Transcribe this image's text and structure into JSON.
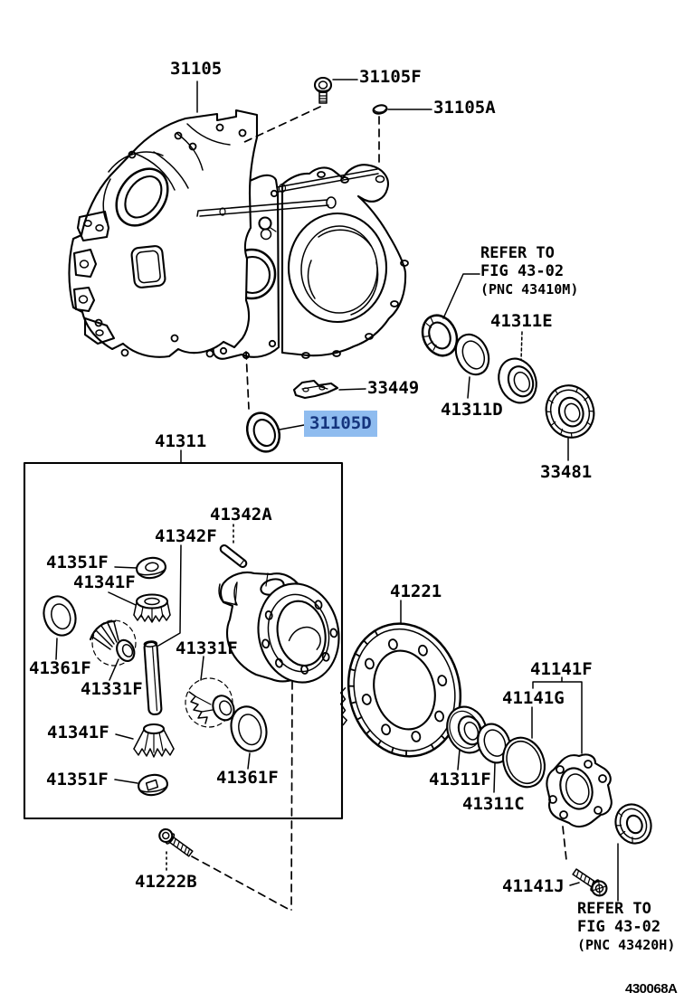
{
  "diagram": {
    "figure_code": "430068A",
    "selected_part": "31105D",
    "colors": {
      "highlight_bg": "#8fbcef",
      "highlight_text": "#15357e",
      "line": "#000000",
      "background": "#ffffff"
    },
    "labels": {
      "p31105": "31105",
      "p31105f": "31105F",
      "p31105a": "31105A",
      "p41311e": "41311E",
      "p33449": "33449",
      "p41311d": "41311D",
      "p31105d": "31105D",
      "p33481": "33481",
      "p41311": "41311",
      "p41342a": "41342A",
      "p41342f": "41342F",
      "p41351f_top": "41351F",
      "p41341f_top": "41341F",
      "p41361f_left": "41361F",
      "p41331f_left": "41331F",
      "p41331f_mid": "41331F",
      "p41341f_bottom": "41341F",
      "p41351f_bottom": "41351F",
      "p41361f_right": "41361F",
      "p41222b": "41222B",
      "p41221": "41221",
      "p41141f": "41141F",
      "p41141g": "41141G",
      "p41311f": "41311F",
      "p41311c": "41311C",
      "p41141j": "41141J"
    },
    "notes": {
      "top": {
        "line1": "REFER TO",
        "line2": "FIG 43-02",
        "line3": "(PNC 43410M)"
      },
      "bottom": {
        "line1": "REFER TO",
        "line2": "FIG 43-02",
        "line3": "(PNC 43420H)"
      }
    }
  }
}
